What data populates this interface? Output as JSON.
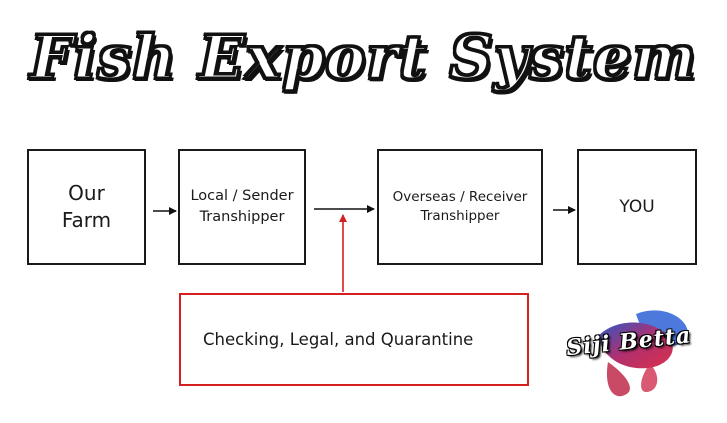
{
  "title": "Fish Export System",
  "nodes": {
    "farm": "Our\nFarm",
    "local": "Local / Sender\nTranshipper",
    "overseas": "Overseas / Receiver\nTranshipper",
    "you": "YOU",
    "check": "Checking, Legal, and Quarantine"
  },
  "logo": {
    "text": "Siji Betta",
    "icon": "betta-fish-icon"
  },
  "colors": {
    "box_border": "#1a1a1a",
    "check_border": "#d42020",
    "arrow": "#111111",
    "check_arrow": "#d42020"
  }
}
